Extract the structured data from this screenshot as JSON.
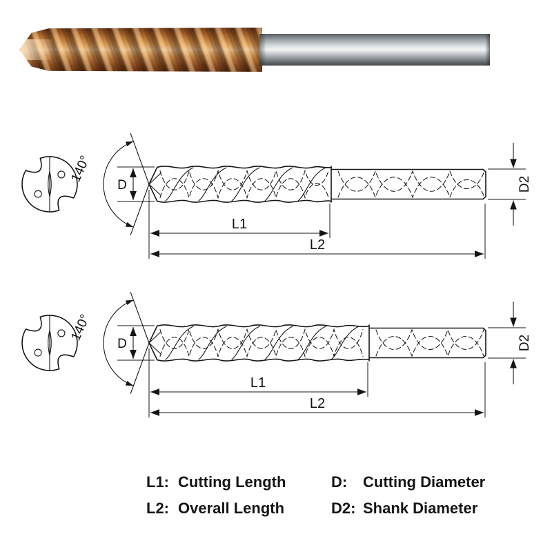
{
  "photo": {
    "flute_color": "#b5702f",
    "shank_color": "#aab0b5"
  },
  "diagram": {
    "point_angle": "140°",
    "cutting_diameter_label": "D",
    "shank_diameter_label": "D2",
    "cutting_length_label": "L1",
    "overall_length_label": "L2"
  },
  "legend": {
    "items": [
      {
        "key": "L1:",
        "label": "Cutting Length"
      },
      {
        "key": "L2:",
        "label": "Overall Length"
      },
      {
        "key": "D:",
        "label": "Cutting Diameter"
      },
      {
        "key": "D2:",
        "label": "Shank Diameter"
      }
    ]
  }
}
